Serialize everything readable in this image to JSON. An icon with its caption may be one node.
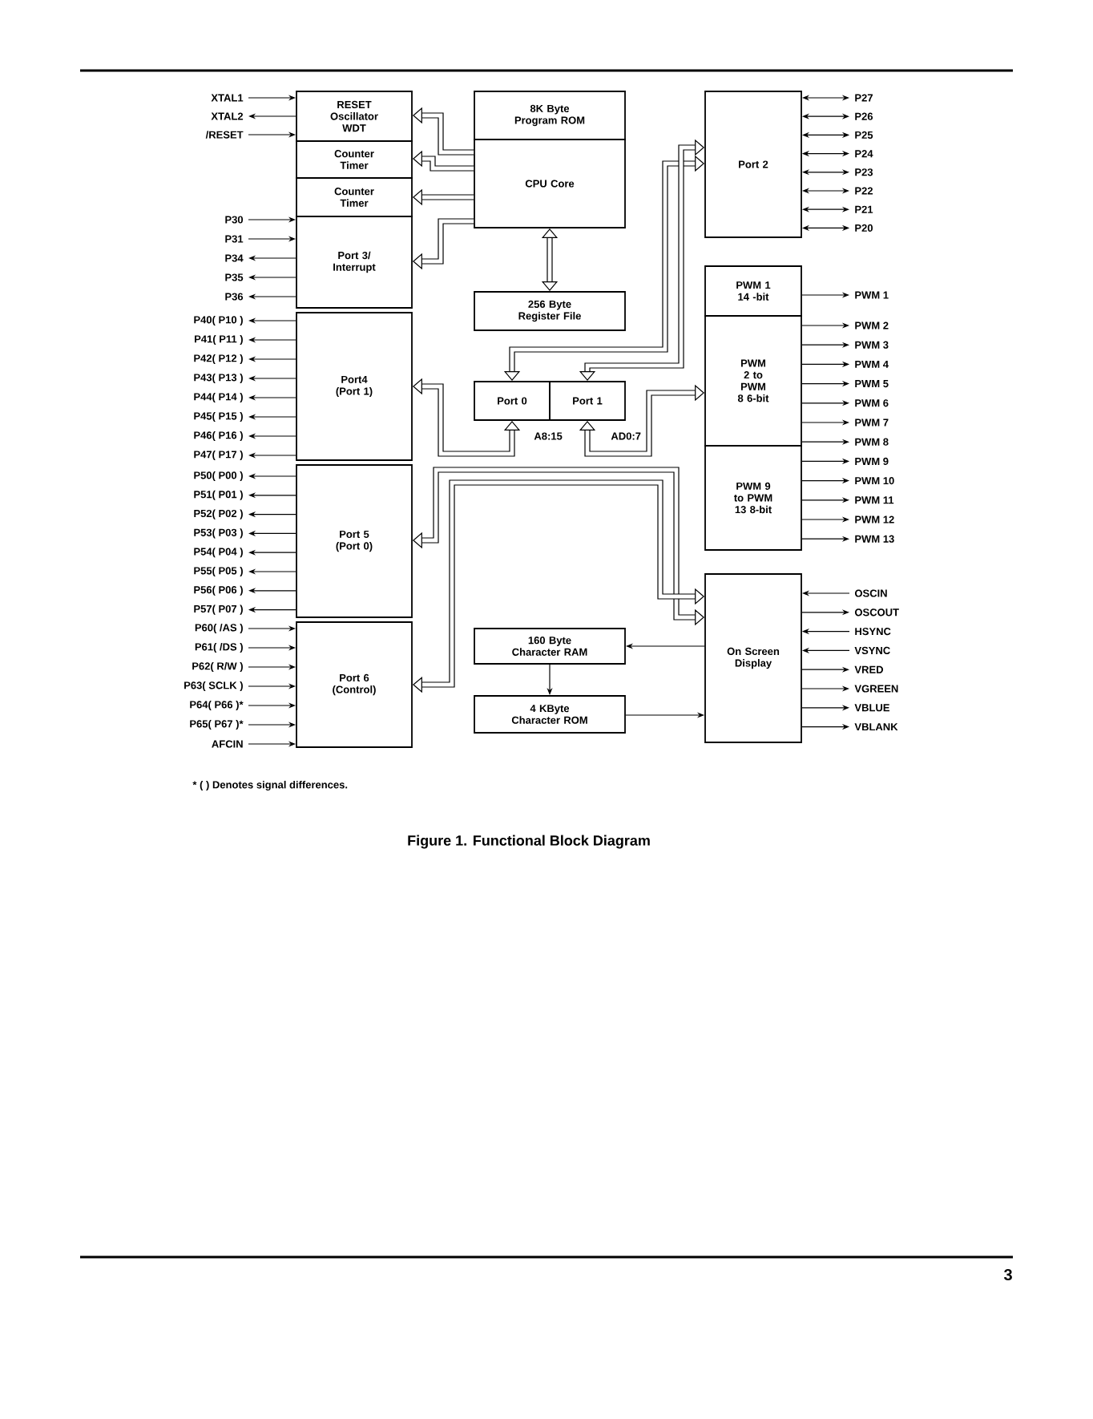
{
  "diagram": {
    "caption": "Figure 1. Functional Block Diagram",
    "nodes": [
      {
        "text": [
          "RESET Oscillator WDT"
        ]
      },
      {
        "text": [
          "Counter Timer"
        ]
      },
      {
        "text": [
          "Counter Timer"
        ]
      },
      {
        "text": [
          "Port 3/ Interrupt"
        ]
      },
      {
        "text": [
          "Port4 (Port 1)"
        ]
      },
      {
        "text": [
          "Port 5 (Port 0)"
        ]
      },
      {
        "text": [
          "Port 6 (Control)"
        ]
      },
      {
        "text": [
          "8K Byte Program ROM"
        ]
      },
      {
        "text": [
          "CPU Core"
        ]
      },
      {
        "text": [
          "256 Byte Register File"
        ]
      },
      {
        "text": [
          "Port 0"
        ]
      },
      {
        "text": [
          "Port 1"
        ]
      },
      {
        "text": [
          "Port 2"
        ]
      },
      {
        "text": [
          "PWM 1 14 -bit"
        ]
      },
      {
        "text": [
          "PWM 2 to PWM 8 6-bit"
        ]
      },
      {
        "text": [
          "PWM 9 to PWM 13 8-bit"
        ]
      },
      {
        "text": [
          "160 Byte Character RAM"
        ]
      },
      {
        "text": [
          "4 KByte Character ROM"
        ]
      },
      {
        "text": [
          "On Screen Display"
        ]
      },
      {
        "text": [
          "XTAL1"
        ]
      },
      {
        "text": [
          "XTAL2"
        ]
      },
      {
        "text": [
          "/RESET"
        ]
      },
      {
        "text": [
          "P30"
        ]
      },
      {
        "text": [
          "P31"
        ]
      },
      {
        "text": [
          "P34"
        ]
      },
      {
        "text": [
          "P35"
        ]
      },
      {
        "text": [
          "P36"
        ]
      },
      {
        "text": [
          "P40( P10 )"
        ]
      },
      {
        "text": [
          "P41( P11 )"
        ]
      },
      {
        "text": [
          "P42( P12 )"
        ]
      },
      {
        "text": [
          "P43( P13 )"
        ]
      },
      {
        "text": [
          "P44( P14 )"
        ]
      },
      {
        "text": [
          "P45( P15 )"
        ]
      },
      {
        "text": [
          "P46( P16 )"
        ]
      },
      {
        "text": [
          "P47( P17 )"
        ]
      },
      {
        "text": [
          "P50( P00 )"
        ]
      },
      {
        "text": [
          "P51( P01 )"
        ]
      },
      {
        "text": [
          "P52( P02 )"
        ]
      },
      {
        "text": [
          "P53( P03 )"
        ]
      },
      {
        "text": [
          "P54( P04 )"
        ]
      },
      {
        "text": [
          "P55( P05 )"
        ]
      },
      {
        "text": [
          "P56( P06 )"
        ]
      },
      {
        "text": [
          "P57( P07 )"
        ]
      },
      {
        "text": [
          "P60( /AS )"
        ]
      },
      {
        "text": [
          "P61( /DS )"
        ]
      },
      {
        "text": [
          "P62( R/W )"
        ]
      },
      {
        "text": [
          "P63( SCLK )"
        ]
      },
      {
        "text": [
          "P64( P66 )*"
        ]
      },
      {
        "text": [
          "P65( P67 )*"
        ]
      },
      {
        "text": [
          "AFCIN"
        ]
      },
      {
        "text": [
          "P27"
        ]
      },
      {
        "text": [
          "P26"
        ]
      },
      {
        "text": [
          "P25"
        ]
      },
      {
        "text": [
          "P24"
        ]
      },
      {
        "text": [
          "P23"
        ]
      },
      {
        "text": [
          "P22"
        ]
      },
      {
        "text": [
          "P21"
        ]
      },
      {
        "text": [
          "P20"
        ]
      },
      {
        "text": [
          "PWM 1"
        ]
      },
      {
        "text": [
          "PWM 2"
        ]
      },
      {
        "text": [
          "PWM 3"
        ]
      },
      {
        "text": [
          "PWM 4"
        ]
      },
      {
        "text": [
          "PWM 5"
        ]
      },
      {
        "text": [
          "PWM 6"
        ]
      },
      {
        "text": [
          "PWM 7"
        ]
      },
      {
        "text": [
          "PWM 8"
        ]
      },
      {
        "text": [
          "PWM 9"
        ]
      },
      {
        "text": [
          "PWM 10"
        ]
      },
      {
        "text": [
          "PWM 11"
        ]
      },
      {
        "text": [
          "PWM 12"
        ]
      },
      {
        "text": [
          "PWM 13"
        ]
      },
      {
        "text": [
          "OSCIN"
        ]
      },
      {
        "text": [
          "OSCOUT"
        ]
      },
      {
        "text": [
          "HSYNC"
        ]
      },
      {
        "text": [
          "VSYNC"
        ]
      },
      {
        "text": [
          "VRED"
        ]
      },
      {
        "text": [
          "VGREEN"
        ]
      },
      {
        "text": [
          "VBLUE"
        ]
      },
      {
        "text": [
          "VBLANK"
        ]
      }
    ],
    "edges": [
      {
        "from": 8,
        "to": 9,
        "arrow": "both",
        "style": "thick"
      },
      {
        "from": 8,
        "to": 0,
        "arrow": "to",
        "style": "thick"
      },
      {
        "from": 8,
        "to": 1,
        "arrow": "to",
        "style": "thick"
      },
      {
        "from": 8,
        "to": 2,
        "arrow": "to",
        "style": "thick"
      },
      {
        "from": 8,
        "to": 3,
        "arrow": "to",
        "style": "thick"
      },
      {
        "from": 12,
        "to": 10,
        "arrow": "both",
        "style": "thick"
      },
      {
        "from": 12,
        "to": 11,
        "arrow": "both",
        "style": "thick"
      },
      {
        "from": 10,
        "to": 4,
        "arrow": "both",
        "style": "thick",
        "label": "A8:15"
      },
      {
        "from": 11,
        "to": 14,
        "arrow": "both",
        "style": "thick",
        "label": "AD0:7"
      },
      {
        "from": 18,
        "to": 5,
        "arrow": "both",
        "style": "thick"
      },
      {
        "from": 18,
        "to": 6,
        "arrow": "both",
        "style": "thick"
      },
      {
        "from": 18,
        "to": 16,
        "arrow": "to"
      },
      {
        "from": 16,
        "to": 17,
        "arrow": "to"
      },
      {
        "from": 17,
        "to": 18,
        "arrow": "to"
      },
      {
        "from": 19,
        "to": 0,
        "arrow": "to"
      },
      {
        "from": 0,
        "to": 20,
        "arrow": "to"
      },
      {
        "from": 21,
        "to": 0,
        "arrow": "to"
      },
      {
        "from": 22,
        "to": 3,
        "arrow": "to"
      },
      {
        "from": 23,
        "to": 3,
        "arrow": "to"
      },
      {
        "from": 3,
        "to": 24,
        "arrow": "to"
      },
      {
        "from": 3,
        "to": 25,
        "arrow": "to"
      },
      {
        "from": 3,
        "to": 26,
        "arrow": "to"
      },
      {
        "from": 4,
        "to": 27,
        "arrow": "to"
      },
      {
        "from": 4,
        "to": 28,
        "arrow": "to"
      },
      {
        "from": 4,
        "to": 29,
        "arrow": "to"
      },
      {
        "from": 4,
        "to": 30,
        "arrow": "to"
      },
      {
        "from": 4,
        "to": 31,
        "arrow": "to"
      },
      {
        "from": 4,
        "to": 32,
        "arrow": "to"
      },
      {
        "from": 4,
        "to": 33,
        "arrow": "to"
      },
      {
        "from": 4,
        "to": 34,
        "arrow": "to"
      },
      {
        "from": 5,
        "to": 35,
        "arrow": "to"
      },
      {
        "from": 5,
        "to": 36,
        "arrow": "to"
      },
      {
        "from": 5,
        "to": 37,
        "arrow": "to"
      },
      {
        "from": 5,
        "to": 38,
        "arrow": "to"
      },
      {
        "from": 5,
        "to": 39,
        "arrow": "to"
      },
      {
        "from": 5,
        "to": 40,
        "arrow": "to"
      },
      {
        "from": 5,
        "to": 41,
        "arrow": "to"
      },
      {
        "from": 5,
        "to": 42,
        "arrow": "to"
      },
      {
        "from": 43,
        "to": 6,
        "arrow": "to"
      },
      {
        "from": 44,
        "to": 6,
        "arrow": "to"
      },
      {
        "from": 45,
        "to": 6,
        "arrow": "to"
      },
      {
        "from": 46,
        "to": 6,
        "arrow": "to"
      },
      {
        "from": 47,
        "to": 6,
        "arrow": "to"
      },
      {
        "from": 48,
        "to": 6,
        "arrow": "to"
      },
      {
        "from": 49,
        "to": 6,
        "arrow": "to"
      },
      {
        "from": 12,
        "to": 50,
        "arrow": "both"
      },
      {
        "from": 12,
        "to": 51,
        "arrow": "both"
      },
      {
        "from": 12,
        "to": 52,
        "arrow": "both"
      },
      {
        "from": 12,
        "to": 53,
        "arrow": "both"
      },
      {
        "from": 12,
        "to": 54,
        "arrow": "both"
      },
      {
        "from": 12,
        "to": 55,
        "arrow": "both"
      },
      {
        "from": 12,
        "to": 56,
        "arrow": "both"
      },
      {
        "from": 12,
        "to": 57,
        "arrow": "both"
      },
      {
        "from": 13,
        "to": 58,
        "arrow": "to"
      },
      {
        "from": 14,
        "to": 59,
        "arrow": "to"
      },
      {
        "from": 14,
        "to": 60,
        "arrow": "to"
      },
      {
        "from": 14,
        "to": 61,
        "arrow": "to"
      },
      {
        "from": 14,
        "to": 62,
        "arrow": "to"
      },
      {
        "from": 14,
        "to": 63,
        "arrow": "to"
      },
      {
        "from": 14,
        "to": 64,
        "arrow": "to"
      },
      {
        "from": 14,
        "to": 65,
        "arrow": "to"
      },
      {
        "from": 15,
        "to": 66,
        "arrow": "to"
      },
      {
        "from": 15,
        "to": 67,
        "arrow": "to"
      },
      {
        "from": 15,
        "to": 68,
        "arrow": "to"
      },
      {
        "from": 15,
        "to": 69,
        "arrow": "to"
      },
      {
        "from": 15,
        "to": 70,
        "arrow": "to"
      },
      {
        "from": 71,
        "to": 18,
        "arrow": "to"
      },
      {
        "from": 18,
        "to": 72,
        "arrow": "to"
      },
      {
        "from": 73,
        "to": 18,
        "arrow": "to"
      },
      {
        "from": 74,
        "to": 18,
        "arrow": "to"
      },
      {
        "from": 18,
        "to": 75,
        "arrow": "to"
      },
      {
        "from": 18,
        "to": 76,
        "arrow": "to"
      },
      {
        "from": 18,
        "to": 77,
        "arrow": "to"
      },
      {
        "from": 18,
        "to": 78,
        "arrow": "to"
      }
    ],
    "labels": [
      "* ( ) Denotes signal differences.",
      "3"
    ]
  }
}
